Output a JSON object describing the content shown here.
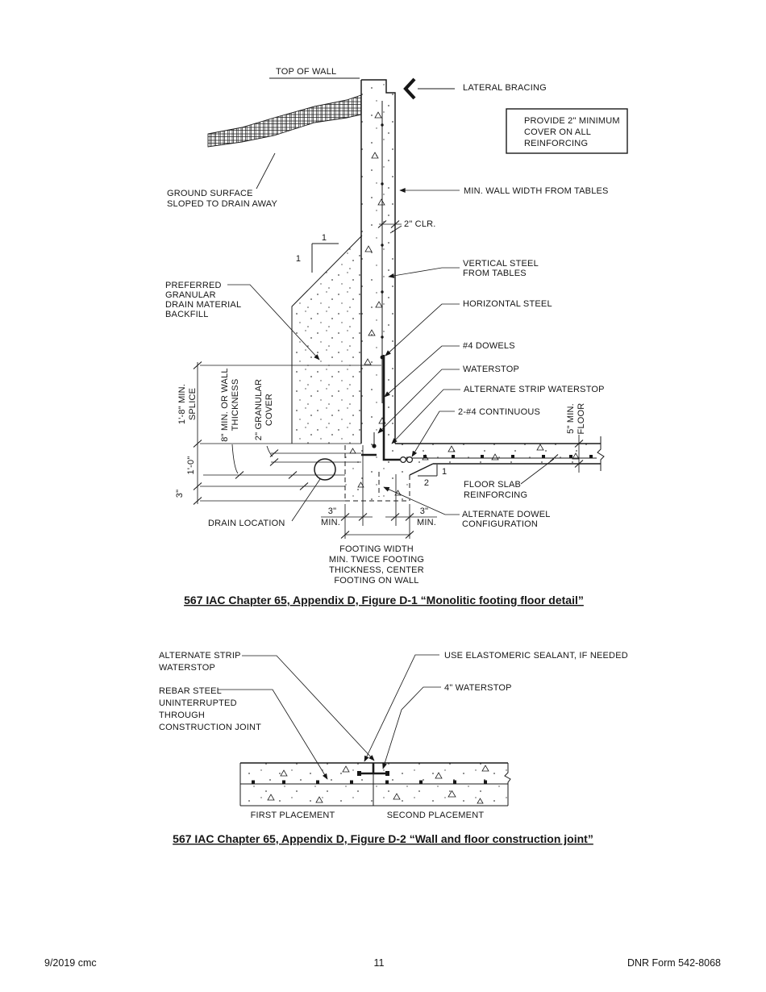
{
  "figure1": {
    "caption": "567 IAC Chapter 65, Appendix D, Figure D-1 “Monolitic footing floor detail”",
    "note_box": {
      "line1": "PROVIDE 2\" MINIMUM",
      "line2": "COVER ON ALL",
      "line3": "REINFORCING"
    },
    "labels": {
      "top_of_wall": "TOP OF WALL",
      "lateral_bracing": "LATERAL BRACING",
      "ground_surface_1": "GROUND SURFACE",
      "ground_surface_2": "SLOPED TO DRAIN AWAY",
      "min_wall_width": "MIN. WALL WIDTH FROM TABLES",
      "clr_2": "2\" CLR.",
      "vertical_steel_1": "VERTICAL STEEL",
      "vertical_steel_2": "FROM TABLES",
      "horizontal_steel": "HORIZONTAL STEEL",
      "dowels": "#4 DOWELS",
      "waterstop": "WATERSTOP",
      "alt_strip_waterstop": "ALTERNATE STRIP WATERSTOP",
      "continuous": "2-#4 CONTINUOUS",
      "preferred_1": "PREFERRED",
      "preferred_2": "GRANULAR",
      "preferred_3": "DRAIN MATERIAL",
      "preferred_4": "BACKFILL",
      "floor_slab_1": "FLOOR SLAB",
      "floor_slab_2": "REINFORCING",
      "alt_dowel_1": "ALTERNATE DOWEL",
      "alt_dowel_2": "CONFIGURATION",
      "drain_location": "DRAIN LOCATION",
      "footing_1": "FOOTING WIDTH",
      "footing_2": "MIN. TWICE FOOTING",
      "footing_3": "THICKNESS, CENTER",
      "footing_4": "FOOTING ON WALL"
    },
    "dims": {
      "splice_1": "1'-8\" MIN.",
      "splice_2": "SPLICE",
      "wall_thk_1": "8\" MIN. OR WALL",
      "wall_thk_2": "THICKNESS",
      "gran_1": "2\" GRANULAR",
      "gran_2": "COVER",
      "one_ft": "1'-0\"",
      "three_in": "3\"",
      "floor_1": "5\" MIN.",
      "floor_2": "FLOOR",
      "three_left_a": "3\"",
      "three_left_b": "MIN.",
      "three_right_a": "3\"",
      "three_right_b": "MIN.",
      "slope1_rise": "1",
      "slope1_run": "1",
      "slope2_rise": "1",
      "slope2_run": "2"
    }
  },
  "figure2": {
    "caption": "567 IAC Chapter 65, Appendix D, Figure D-2 “Wall and floor construction joint”",
    "labels": {
      "alt_strip_1": "ALTERNATE STRIP",
      "alt_strip_2": "WATERSTOP",
      "rebar_1": "REBAR STEEL",
      "rebar_2": "UNINTERRUPTED",
      "rebar_3": "THROUGH",
      "rebar_4": "CONSTRUCTION JOINT",
      "sealant": "USE ELASTOMERIC SEALANT, IF NEEDED",
      "waterstop4": "4\" WATERSTOP",
      "first_placement": "FIRST PLACEMENT",
      "second_placement": "SECOND PLACEMENT"
    }
  },
  "footer": {
    "left": "9/2019 cmc",
    "page_number": "11",
    "right": "DNR Form 542-8068"
  }
}
